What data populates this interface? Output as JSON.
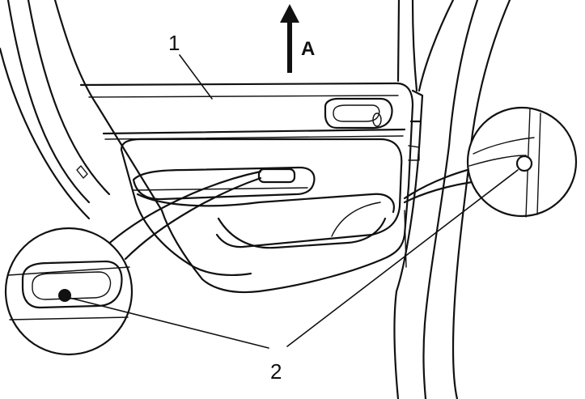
{
  "callouts": {
    "label_1": "1",
    "label_2": "2"
  },
  "direction_arrow": {
    "label": "A"
  },
  "colors": {
    "ink": "#111111",
    "background": "#ffffff"
  }
}
